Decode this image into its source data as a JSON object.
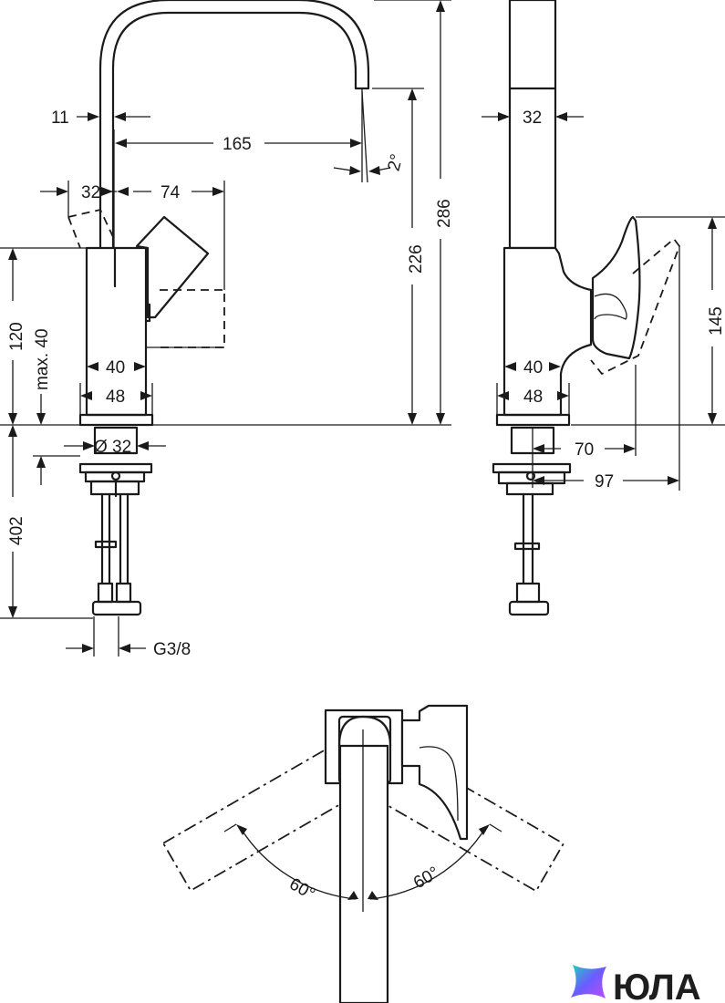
{
  "labels": {
    "d11": "11",
    "d165": "165",
    "d2deg": "2°",
    "d32top": "32",
    "d74": "74",
    "d226": "226",
    "d286": "286",
    "d120": "120",
    "dmax40": "max. 40",
    "d40left": "40",
    "d48left": "48",
    "dphi32": "Ø 32",
    "d402": "402",
    "dG38": "G3/8",
    "d32side": "32",
    "d145": "145",
    "d40side": "40",
    "d48side": "48",
    "d70": "70",
    "d97": "97",
    "d60left": "60°",
    "d60right": "60°"
  },
  "logo": {
    "text": "ЮЛА",
    "icon": "star-sparkle-icon",
    "colors": [
      "#6a5cff",
      "#c14bff",
      "#1fd1c1"
    ]
  }
}
